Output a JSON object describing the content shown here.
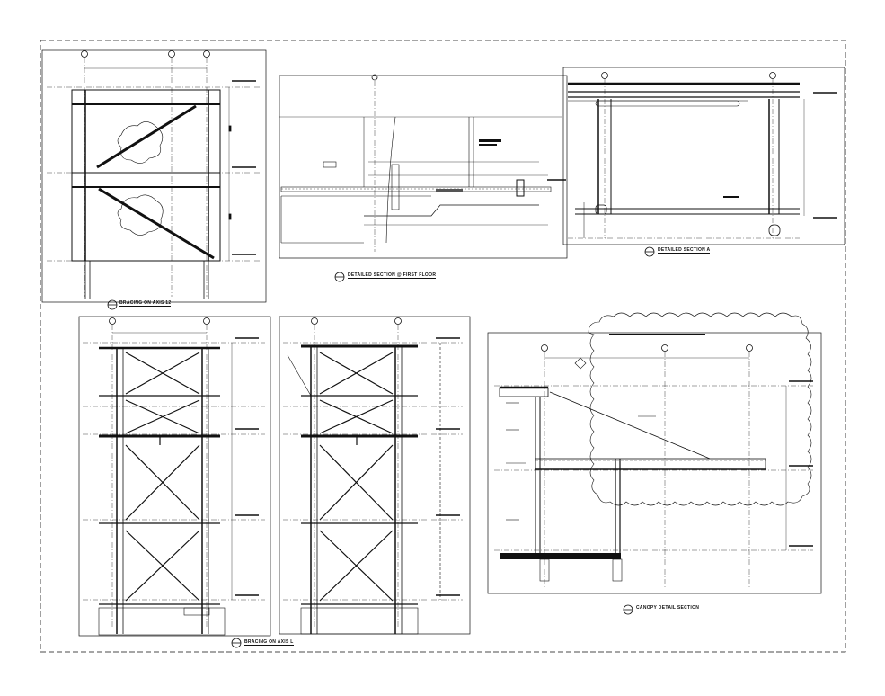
{
  "drawing_sheet": {
    "views": [
      {
        "id": "bracing-axis-12",
        "caption": "BRACING ON AXIS 12"
      },
      {
        "id": "detail-first-floor",
        "caption": "DETAILED SECTION @ FIRST FLOOR"
      },
      {
        "id": "detail-section-a",
        "caption": "DETAILED SECTION A"
      },
      {
        "id": "bracing-axis-l",
        "caption": "BRACING ON AXIS L"
      },
      {
        "id": "canopy-detail",
        "caption": "CANOPY DETAIL SECTION"
      }
    ]
  },
  "colors": {
    "line": "#111111",
    "paper": "#ffffff",
    "grey": "#777777"
  }
}
